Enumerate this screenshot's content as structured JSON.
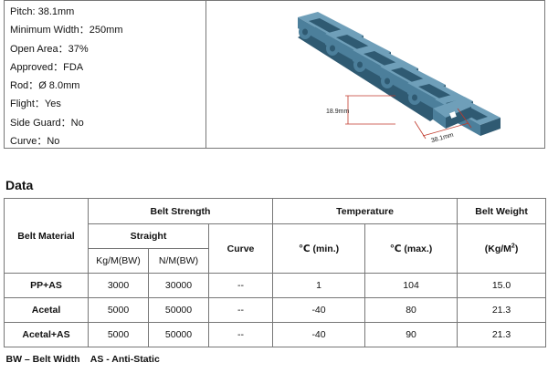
{
  "specs": [
    {
      "label": "Pitch: ",
      "value": "38.1mm"
    },
    {
      "label": "Minimum Width：",
      "value": "250mm"
    },
    {
      "label": "Open Area：",
      "value": "37%"
    },
    {
      "label": "Approved：",
      "value": "FDA"
    },
    {
      "label": "Rod：",
      "value": "Ø 8.0mm"
    },
    {
      "label": "Flight：",
      "value": "Yes"
    },
    {
      "label": "Side Guard：",
      "value": "No"
    },
    {
      "label": "Curve：",
      "value": "No"
    }
  ],
  "image": {
    "dim_height": "18.9mm",
    "dim_pitch": "38.1mm",
    "colors": {
      "belt": "#4c7f9b",
      "belt_dark": "#2f5a72",
      "belt_light": "#6f9fb9",
      "dim": "#c0392b"
    }
  },
  "section_title": "Data",
  "table": {
    "header": {
      "belt_material": "Belt Material",
      "belt_strength": "Belt Strength",
      "temperature": "Temperature",
      "belt_weight": "Belt Weight",
      "straight": "Straight",
      "curve": "Curve",
      "temp_min": "℃ (min.)",
      "temp_max": "℃ (max.)",
      "weight_unit": "(Kg/M",
      "weight_unit_sup": "2",
      "weight_unit_close": ")",
      "kg_bw": "Kg/M(BW)",
      "n_bw": "N/M(BW)"
    },
    "rows": [
      {
        "material": "PP+AS",
        "kg": "3000",
        "n": "30000",
        "curve": "--",
        "tmin": "1",
        "tmax": "104",
        "weight": "15.0"
      },
      {
        "material": "Acetal",
        "kg": "5000",
        "n": "50000",
        "curve": "--",
        "tmin": "-40",
        "tmax": "80",
        "weight": "21.3"
      },
      {
        "material": "Acetal+AS",
        "kg": "5000",
        "n": "50000",
        "curve": "--",
        "tmin": "-40",
        "tmax": "90",
        "weight": "21.3"
      }
    ],
    "footnote": "BW – Belt Width    AS - Anti-Static"
  }
}
